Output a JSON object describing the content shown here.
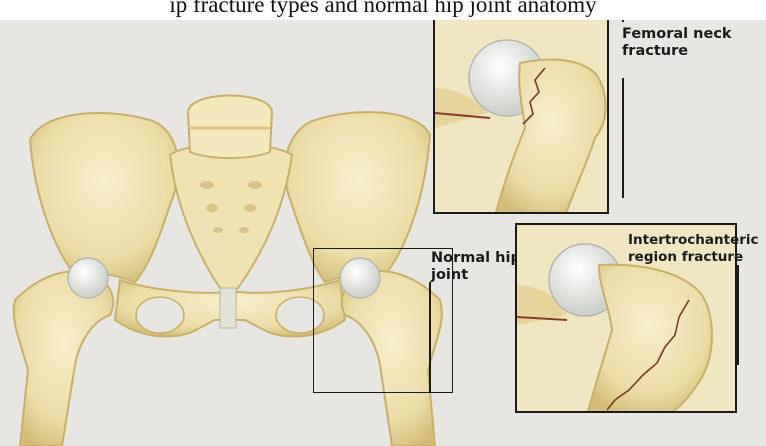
{
  "header": {
    "caption": "ip fracture types and normal hip joint anatomy"
  },
  "labels": {
    "femoral_neck": "Femoral neck fracture",
    "normal_hip": "Normal hip joint",
    "intertrochanteric": "Intertrochanteric region fracture"
  },
  "colors": {
    "bone": "#efe2b4",
    "bone_shadow": "#d6c285",
    "background": "#e7e6e3",
    "fracture_line": "#7a3a2a",
    "frame": "#1a1a1a"
  }
}
